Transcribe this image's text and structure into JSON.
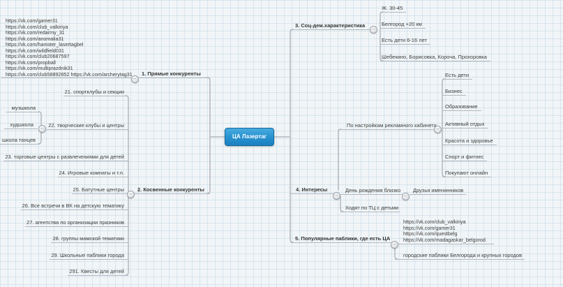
{
  "root": {
    "label": "ЦА Лазертаг",
    "color": "#2191d0"
  },
  "connector_color": "#b2b8be",
  "text_color": "#3d3d3d",
  "icons": {
    "collapse_glyph": "–"
  },
  "branches": {
    "direct": {
      "label": "1. Прямые конкуренты",
      "urls": [
        "https://vk.com/gamer31",
        "https://vk.com/club_valkiriya",
        "https://vk.com/redarmy_31",
        "https://vk.com/anomalia31",
        "https://vk.com/hamster_lasertagbel",
        "https://vk.com/wildfield031",
        "https://vk.com/club20687597",
        "https://vk.com/propball",
        "https://vk.com/multiprazdnik31",
        "https://vk.com/club58892852 https://vk.com/archerytag31"
      ]
    },
    "indirect": {
      "label": "2. Косвенные конкуренты",
      "items": [
        "21. спортклубы и секции",
        "22. творческие клубы и центры",
        "23. торговые центры с развлечениями для детей",
        "24. Игровые комнаты и т.п.",
        "25. Батутные центры",
        "26. Все встречи в ВК на детскую тематику",
        "27. агентства по организации празников",
        "28. группы мамской тематики",
        "29. Школьные паблики города",
        "291. Квесты для детей"
      ],
      "creative_children": [
        "музшкола",
        "худшкола",
        "школа танцев"
      ]
    },
    "socdem": {
      "label": "3. Соц-дем.характеристика",
      "items": [
        "Ж. 30-45",
        "Белгород +20 км",
        "Есть дети 6-16 лет",
        "Шебекино, Борисовка, Короча, Прохоровка"
      ]
    },
    "interests": {
      "label": "4. Интересы",
      "ad_cabinet": {
        "label": "По настройкам рекламного кабинета",
        "items": [
          "Есть дети",
          "Бизнес",
          "Образование",
          "Активный отдых",
          "Красота и здоровье",
          "Спорт и фитнес",
          "Покупают онлайн"
        ]
      },
      "birthday": {
        "label": "День рождения близко",
        "child": "Друзья именинников"
      },
      "mall": "Ходят по ТЦ с детьми"
    },
    "popular": {
      "label": "5. Популярные паблики, где есть ЦА",
      "urls": [
        "https://vk.com/club_valkiriya",
        "https://vk.com/gamer31",
        "https://vk.com/questbelg",
        "https://vk.com/madagaskar_belgorod"
      ],
      "city": "городские паблики Белгорода и крупных городов"
    }
  }
}
